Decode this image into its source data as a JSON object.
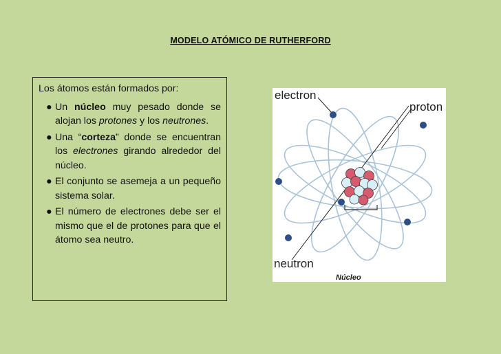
{
  "title": "MODELO ATÓMICO DE RUTHERFORD",
  "intro": "Los átomos están formados por:",
  "points": [
    {
      "parts": [
        "Un ",
        "núcleo",
        " muy pesado donde se alojan los ",
        "protones",
        " y los ",
        "neutrones",
        "."
      ]
    },
    {
      "parts": [
        " Una “",
        "corteza",
        "” donde se encuentran los ",
        "electrones",
        " girando alrededor del núcleo."
      ]
    },
    {
      "text": "El conjunto se asemeja a un pequeño sistema solar."
    },
    {
      "text": "El número de electrones debe ser el mismo que el de protones para que el átomo sea neutro."
    }
  ],
  "figure": {
    "label_electron": "electron",
    "label_proton": "proton",
    "label_neutron": "neutron",
    "label_nucleus": "Núcleo",
    "colors": {
      "orbit": "#aac3d9",
      "electron": "#2d4f86",
      "proton": "#d65b6e",
      "neutron": "#d9eef5"
    }
  }
}
